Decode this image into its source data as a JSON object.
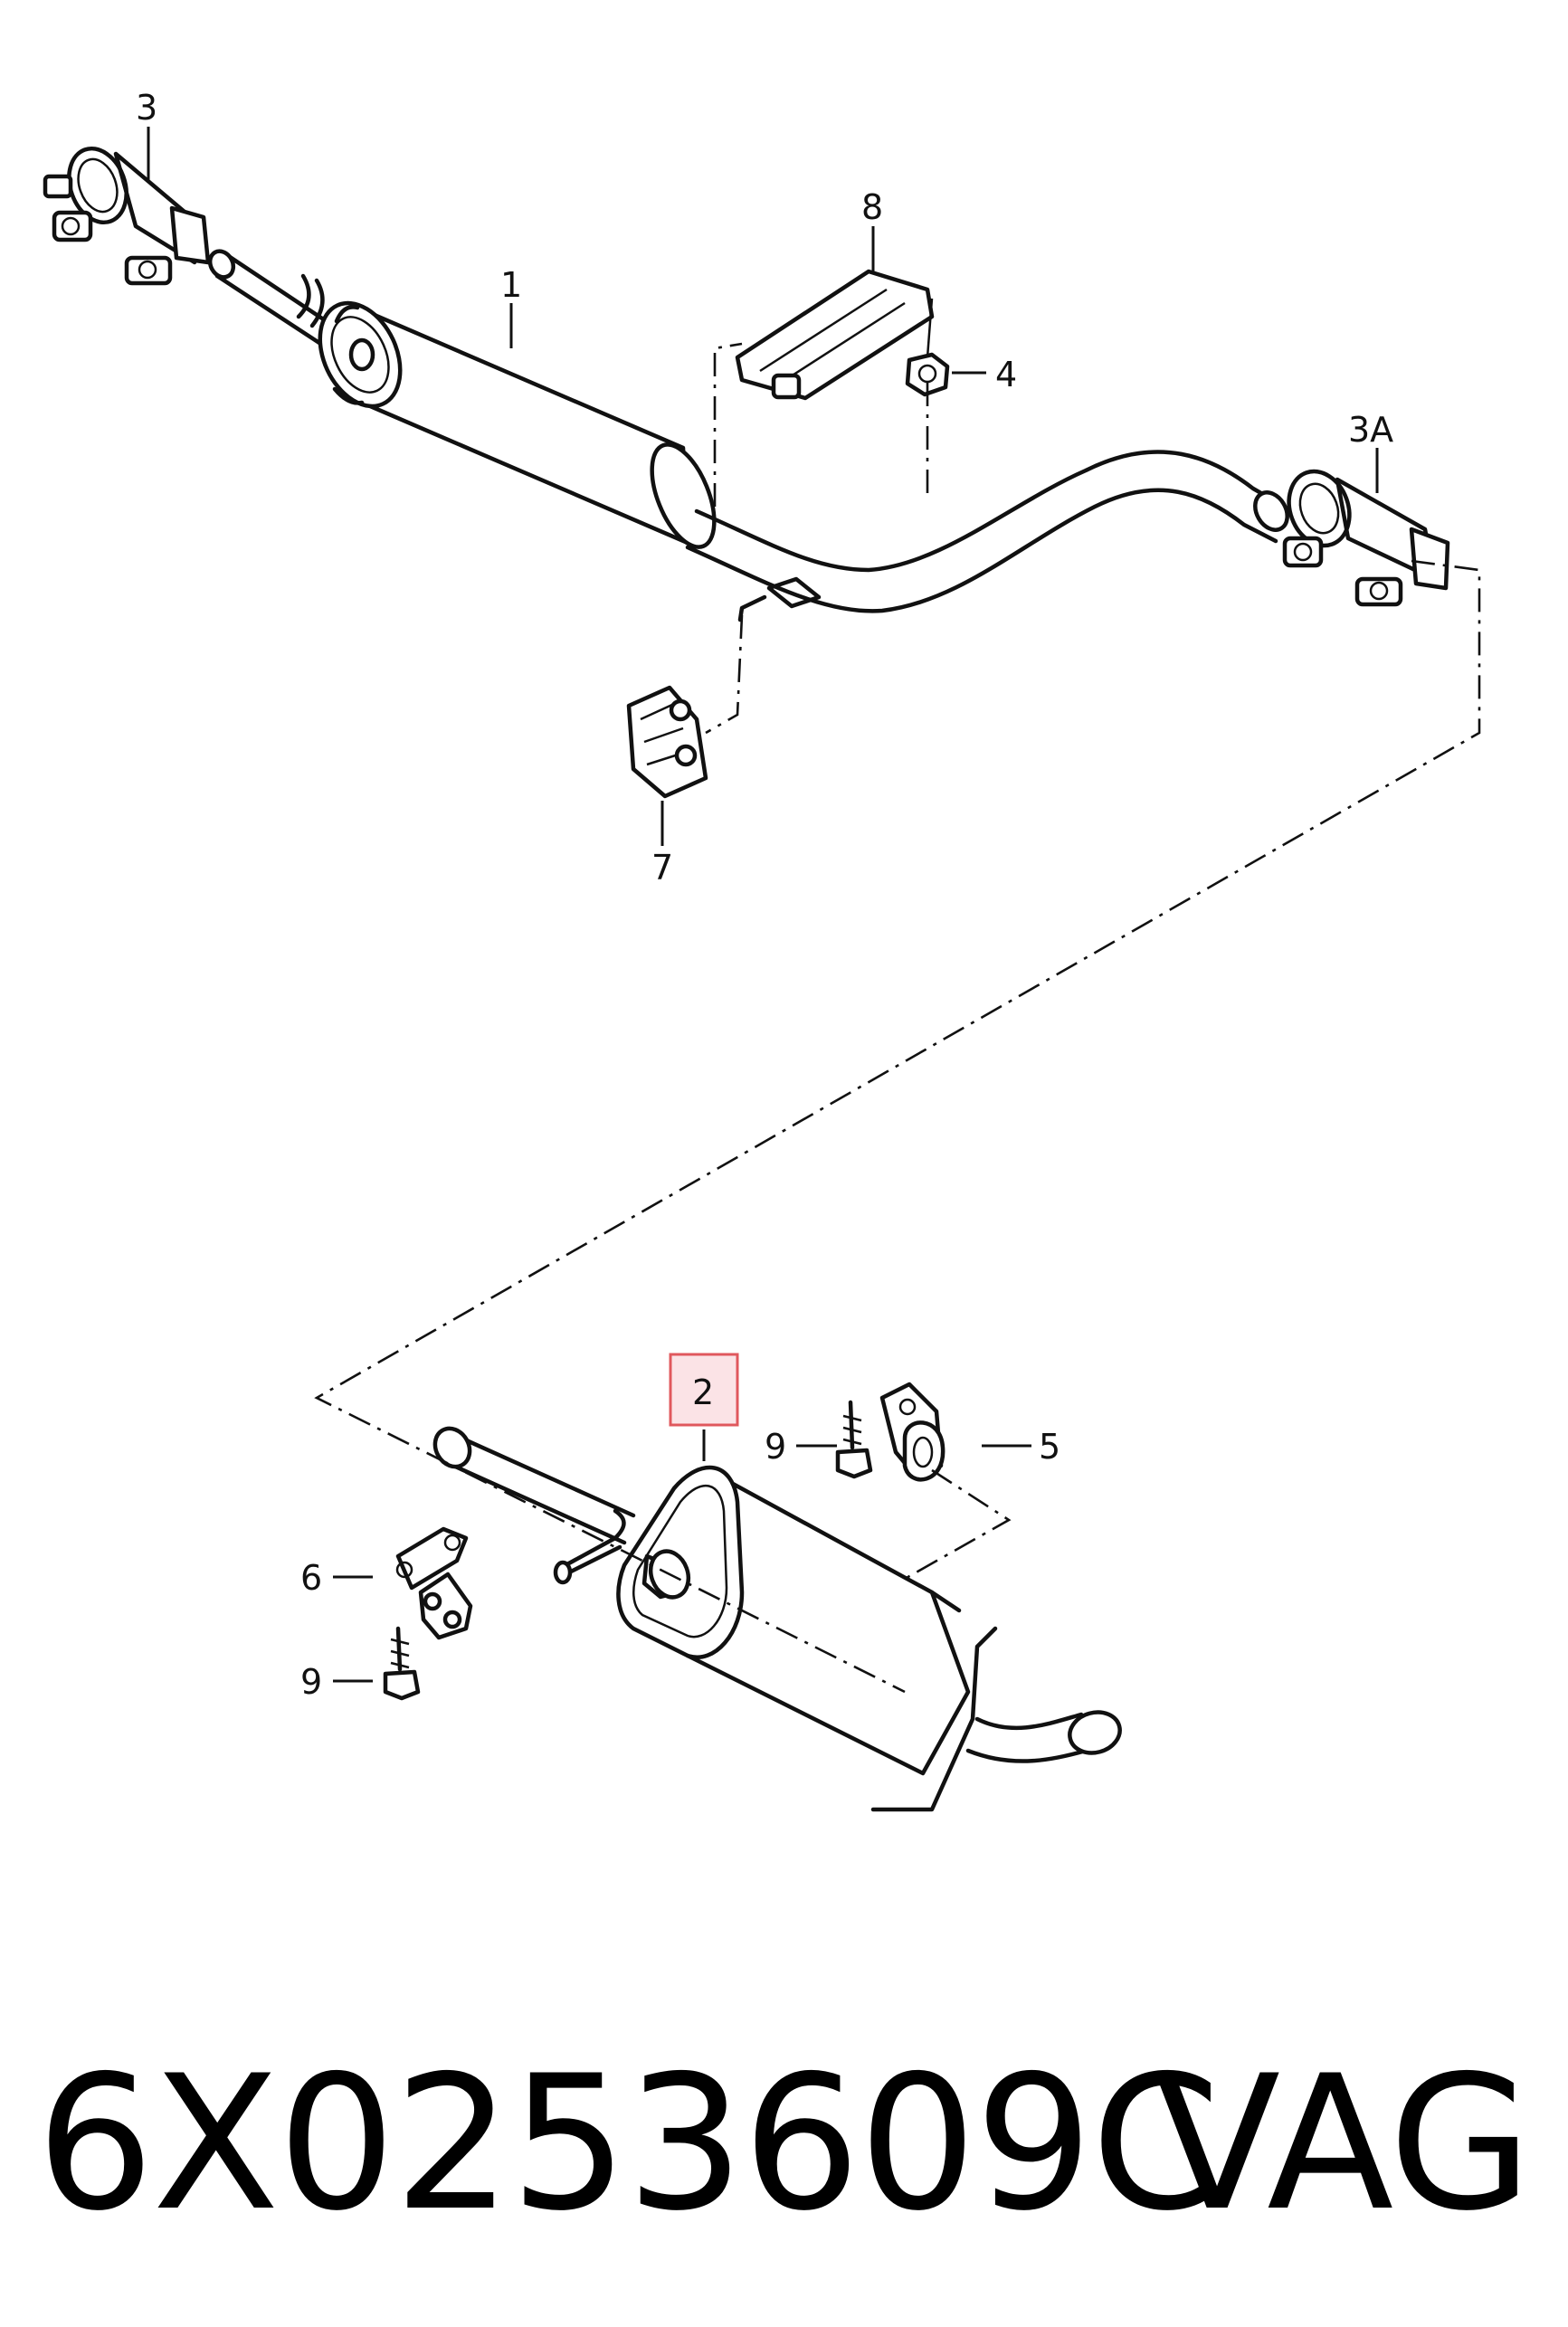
{
  "diagram": {
    "callouts": {
      "c1": "1",
      "c2": "2",
      "c3": "3",
      "c3a": "3A",
      "c4": "4",
      "c5": "5",
      "c6": "6",
      "c7": "7",
      "c8": "8",
      "c9a": "9",
      "c9b": "9"
    },
    "highlight_color": "#e0585d",
    "highlight_fill": "#fbe3e6"
  },
  "footer": {
    "part_number": "6X0253609C",
    "brand": "VAG"
  }
}
